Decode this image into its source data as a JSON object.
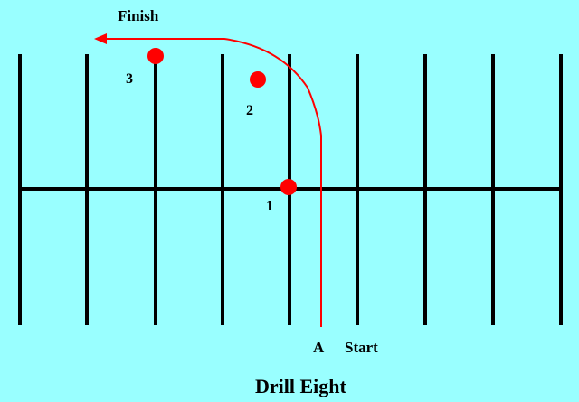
{
  "diagram": {
    "title": "Drill Eight",
    "finish_label": "Finish",
    "start_label": "Start",
    "start_point_label": "A",
    "markers": [
      {
        "label": "1"
      },
      {
        "label": "2"
      },
      {
        "label": "3"
      }
    ]
  },
  "colors": {
    "background": "#99ffff",
    "lines": "#000000",
    "path": "#ff0000",
    "markers": "#ff0000"
  }
}
